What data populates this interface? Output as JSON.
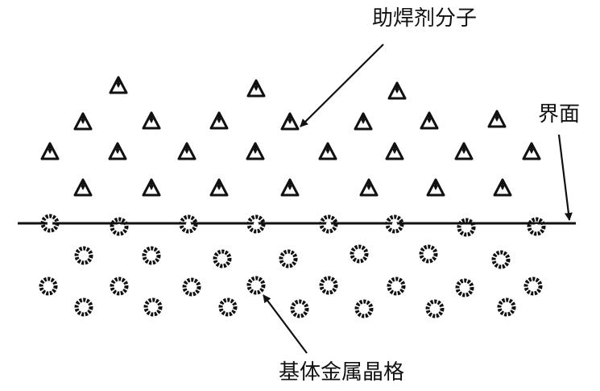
{
  "labels": {
    "flux_molecule": "助焊剂分子",
    "interface": "界面",
    "base_metal_lattice": "基体金属晶格"
  },
  "icons": {
    "flux_molecule_symbol": "tripod-molecule-icon",
    "lattice_atom_symbol": "gear-ring-atom-icon"
  },
  "colors": {
    "ink": "#111111",
    "background": "#ffffff"
  }
}
